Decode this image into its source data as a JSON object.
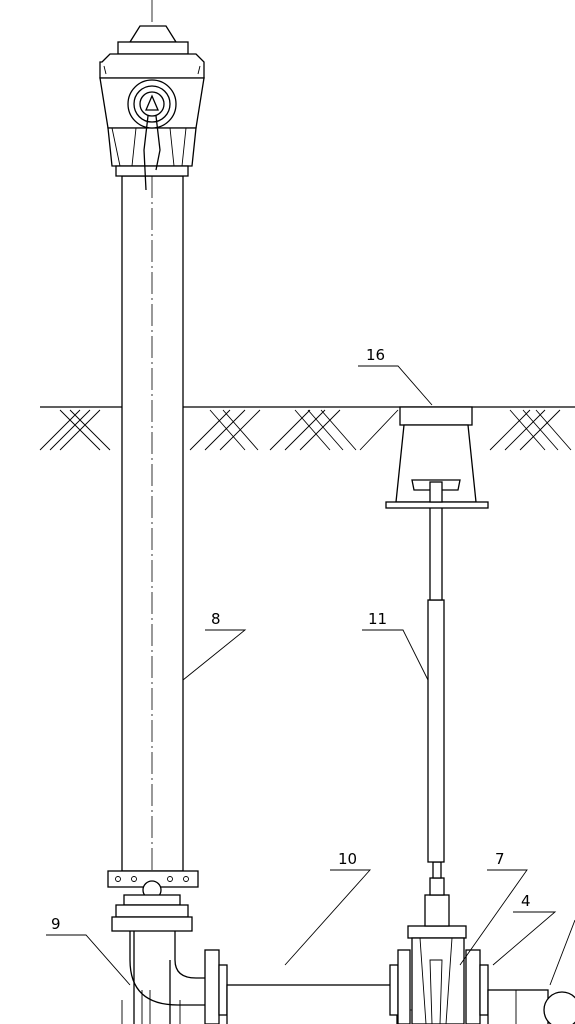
{
  "callouts": [
    {
      "id": "c16",
      "text": "16"
    },
    {
      "id": "c8",
      "text": "8"
    },
    {
      "id": "c11",
      "text": "11"
    },
    {
      "id": "c10",
      "text": "10"
    },
    {
      "id": "c7",
      "text": "7"
    },
    {
      "id": "c4",
      "text": "4"
    },
    {
      "id": "c9",
      "text": "9"
    }
  ]
}
